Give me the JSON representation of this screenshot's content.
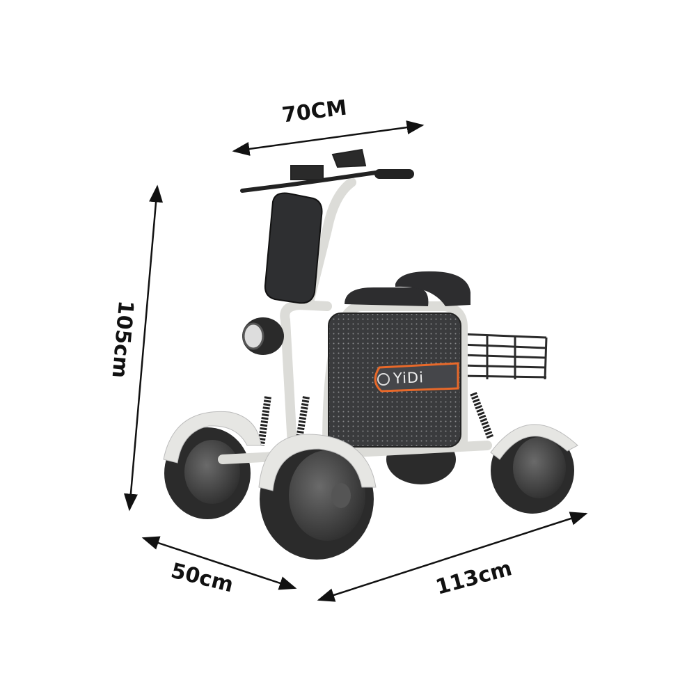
{
  "dimensions": {
    "width": "70CM",
    "height": "105cm",
    "depth": "50cm",
    "length": "113cm"
  },
  "product": {
    "brand_logo": "YiDi",
    "icon": "mobility-scooter-illustration"
  },
  "colors": {
    "frame": "#e6e6e3",
    "body": "#3a3b3d",
    "accent": "#e8692a",
    "tire": "#2b2b2b",
    "arrow": "#111111"
  }
}
